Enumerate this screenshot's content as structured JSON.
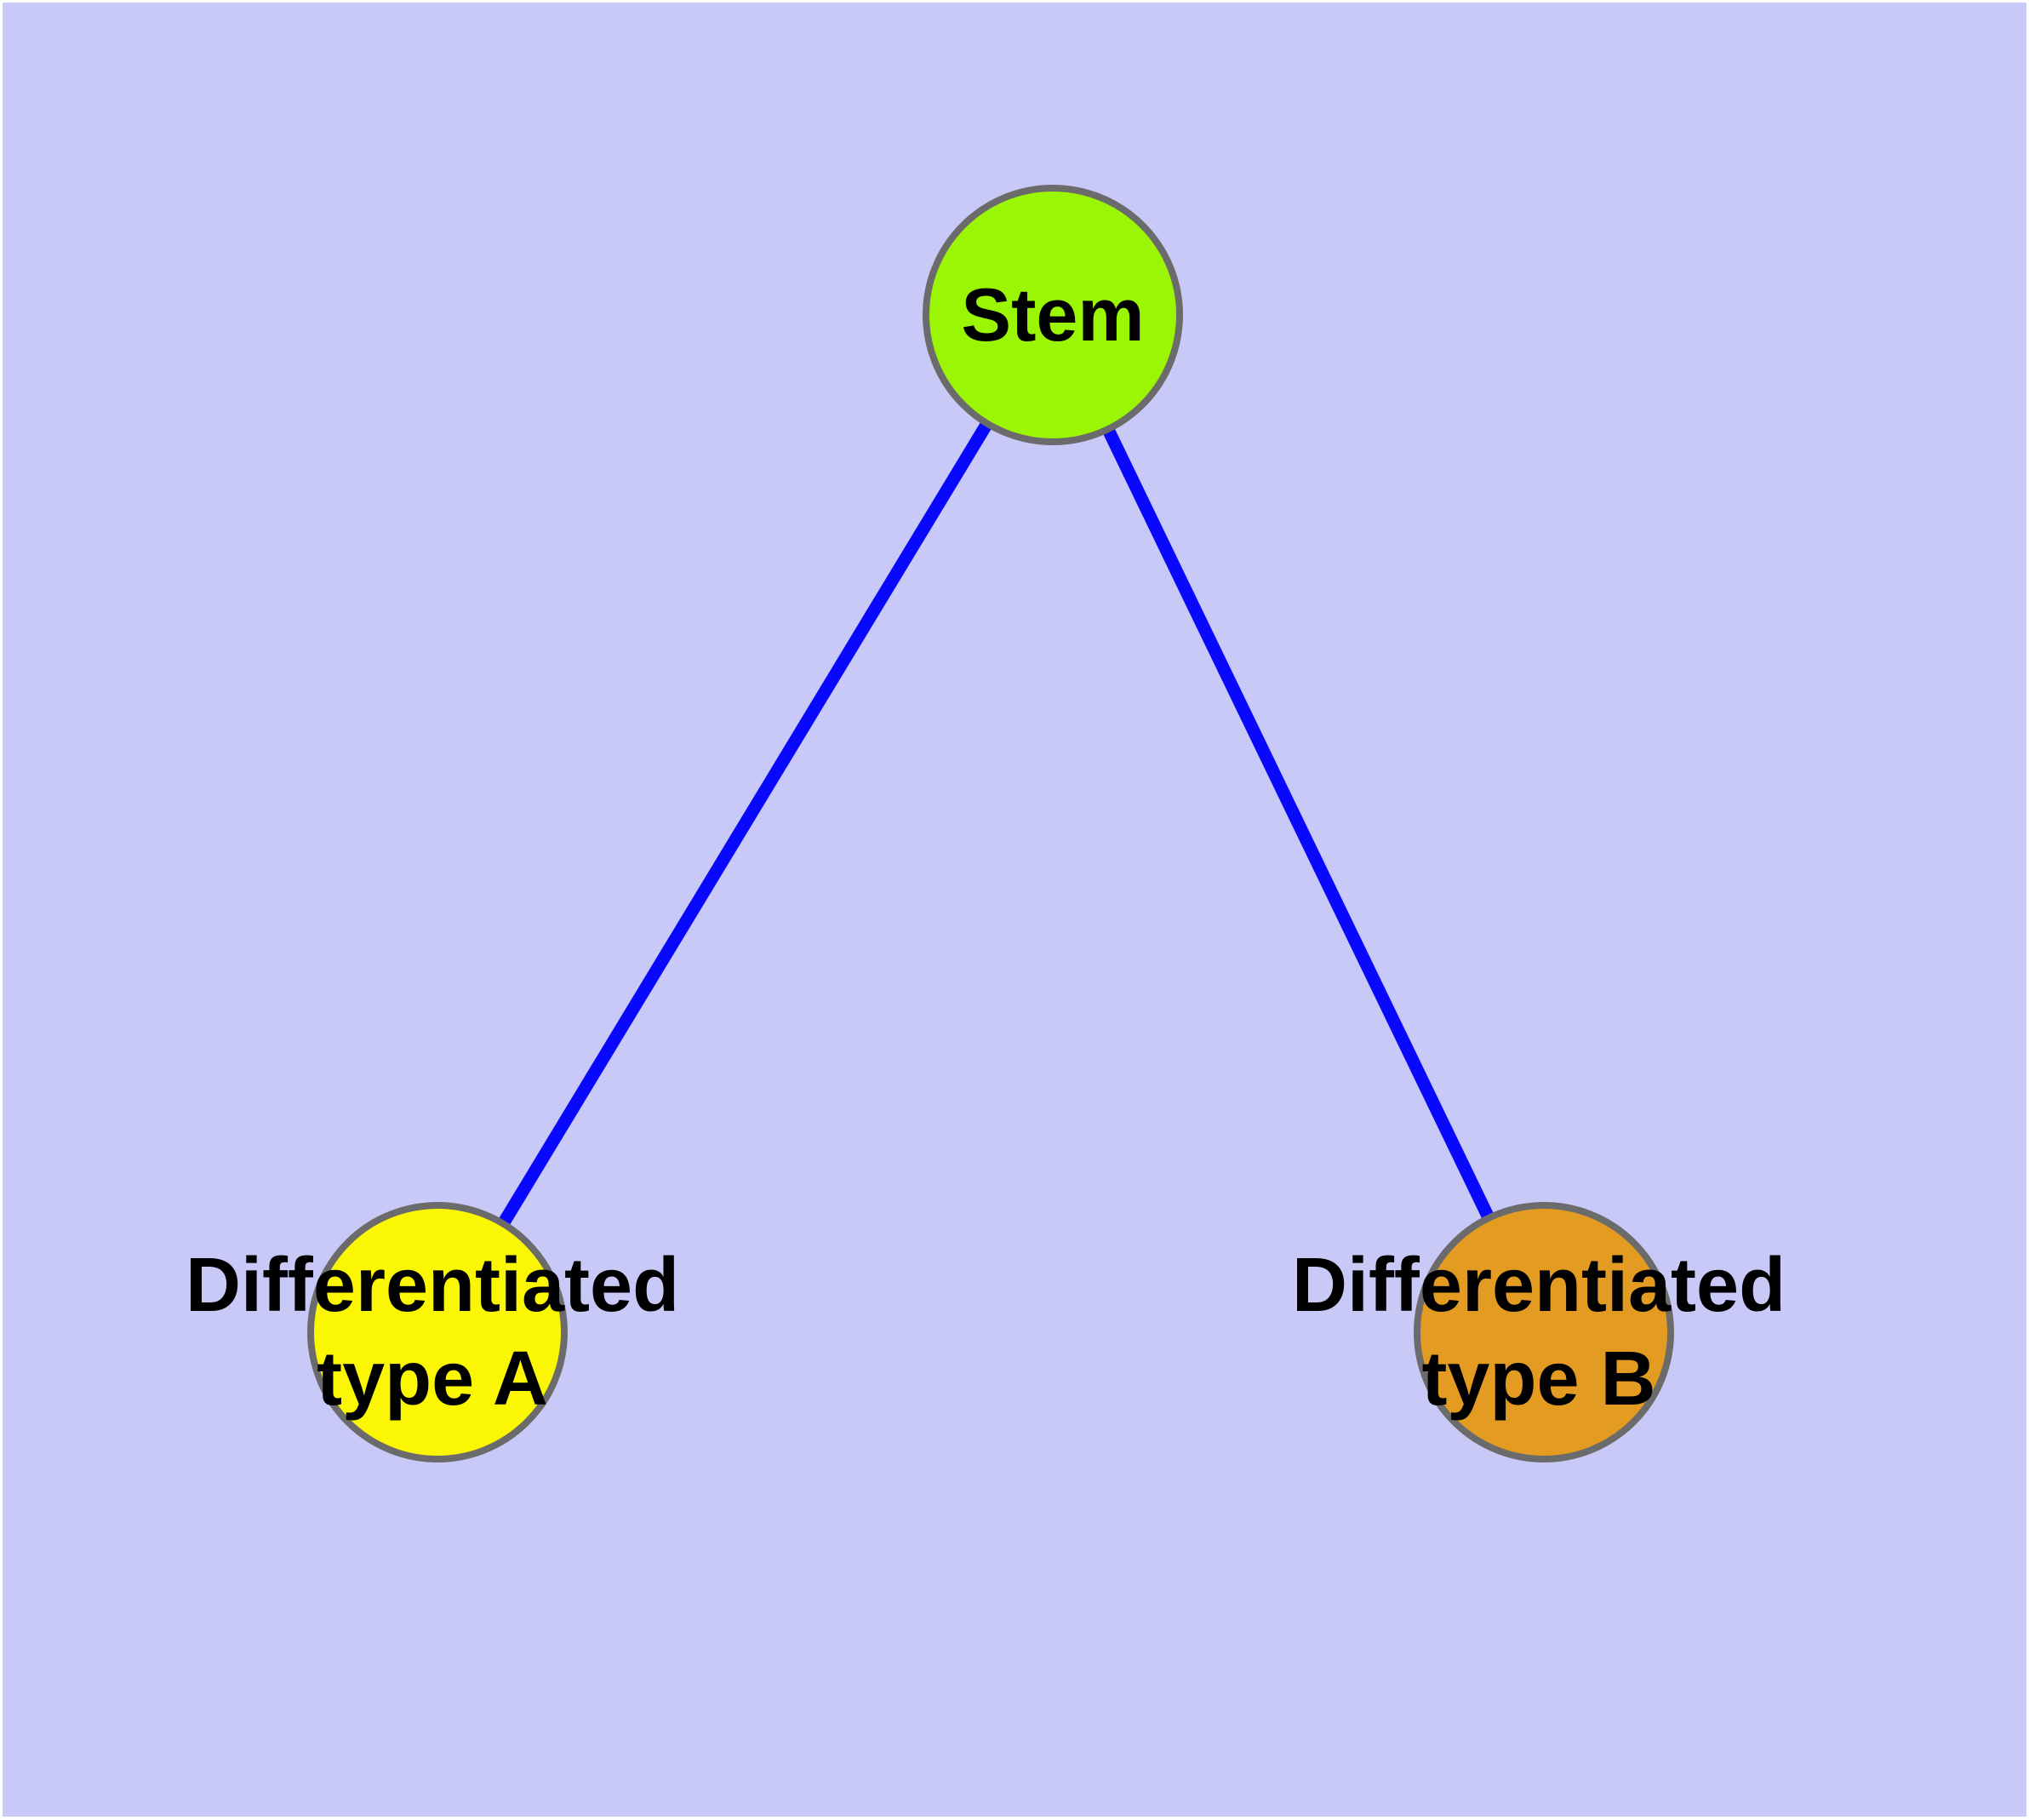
{
  "graph": {
    "background_color": "#C9C9F8",
    "page_margin_color": "#FFFFFF",
    "node_border_color": "#6B6B6B",
    "edge_color": "#0808FC",
    "text_color": "#000000",
    "nodes": {
      "stem": {
        "label": "Stem",
        "fill": "#9BF605"
      },
      "typeA": {
        "label": "Differentiated\ntype A",
        "fill": "#FBF604"
      },
      "typeB": {
        "label": "Differentiated\ntype B",
        "fill": "#E39C21"
      }
    },
    "edges": [
      {
        "from": "stem",
        "to": "typeA"
      },
      {
        "from": "stem",
        "to": "typeB"
      }
    ]
  }
}
